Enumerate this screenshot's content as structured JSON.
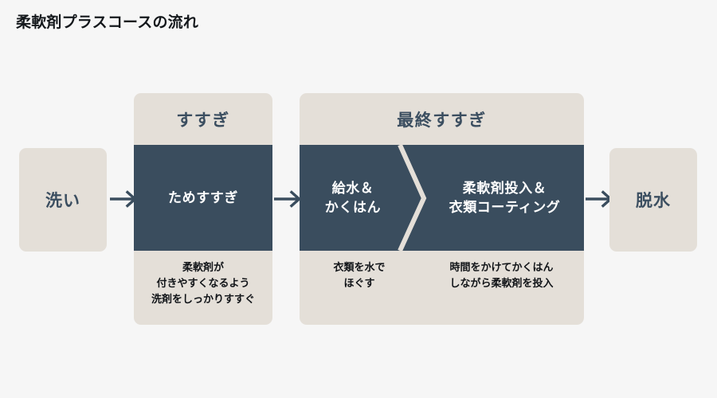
{
  "title": "柔軟剤プラスコースの流れ",
  "colors": {
    "background": "#f6f6f6",
    "beige": "#e4dfd8",
    "navy": "#3a4d5e",
    "navy_text": "#3b4e60",
    "white": "#ffffff",
    "caption_text": "#111418"
  },
  "endcaps": {
    "start": {
      "label": "洗い"
    },
    "end": {
      "label": "脱水"
    }
  },
  "stages": [
    {
      "header": "すすぎ",
      "steps": [
        {
          "label": "ためすすぎ",
          "caption": "柔軟剤が\n付きやすくなるよう\n洗剤をしっかりすすぐ"
        }
      ]
    },
    {
      "header": "最終すすぎ",
      "steps": [
        {
          "label": "給水＆\nかくはん",
          "caption": "衣類を水で\nほぐす"
        },
        {
          "label": "柔軟剤投入＆\n衣類コーティング",
          "caption": "時間をかけてかくはん\nしながら柔軟剤を投入"
        }
      ]
    }
  ],
  "connectors": [
    {
      "name": "arrow-wash-to-rinse"
    },
    {
      "name": "arrow-rinse-to-final"
    },
    {
      "name": "arrow-final-to-spin"
    }
  ]
}
